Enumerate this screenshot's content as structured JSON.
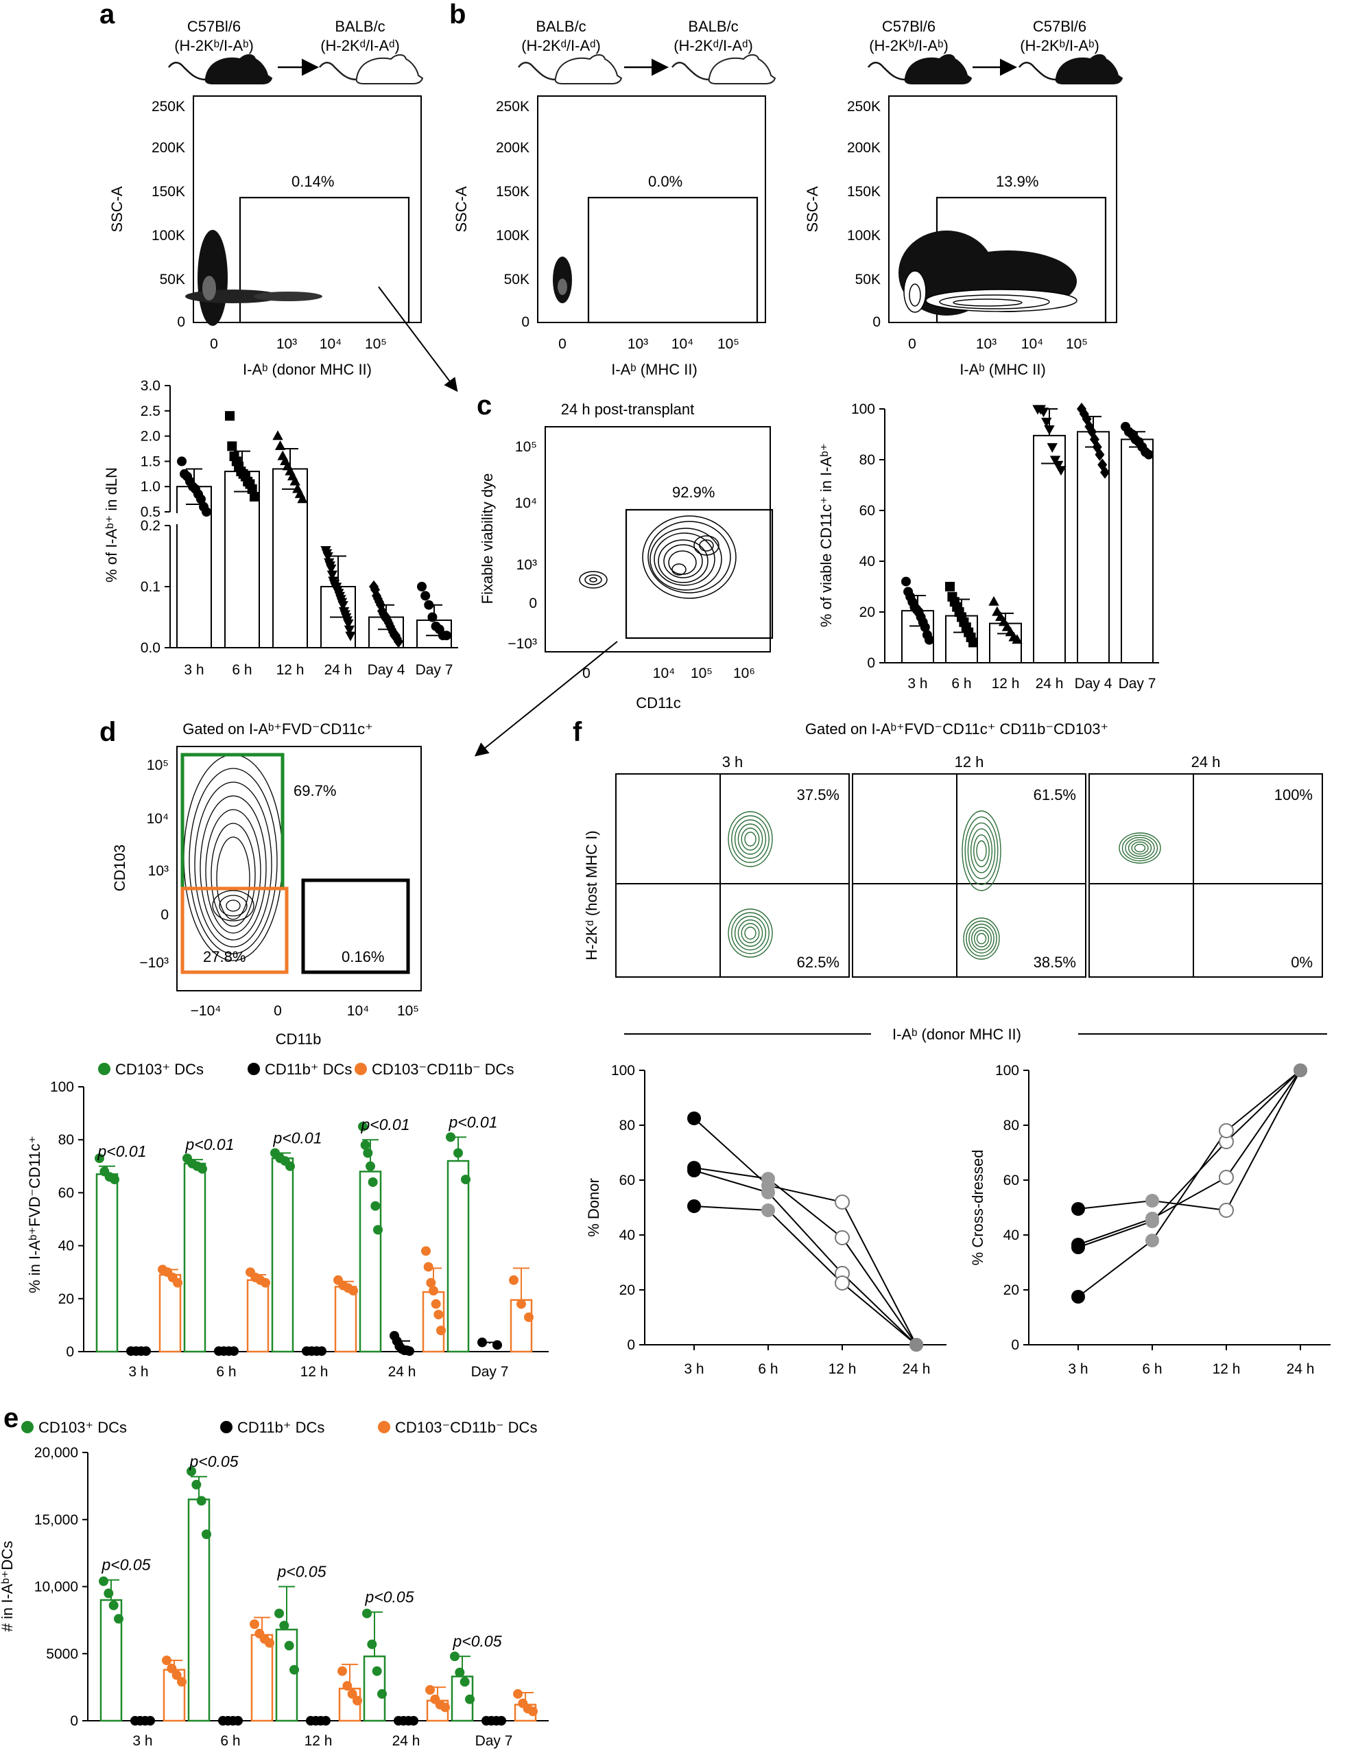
{
  "panel_labels": [
    "a",
    "b",
    "c",
    "d",
    "e",
    "f"
  ],
  "panel_a": {
    "donor_strain": "C57Bl/6",
    "donor_mhc": "(H-2Kᵇ/I-Aᵇ)",
    "recipient_strain": "BALB/c",
    "recipient_mhc": "(H-2Kᵈ/I-Aᵈ)",
    "gate_percent": "0.14%",
    "ylabel": "SSC-A",
    "xlabel": "I-Aᵇ (donor MHC II)",
    "y_ticks": [
      "250K",
      "200K",
      "150K",
      "100K",
      "50K",
      "0"
    ],
    "x_ticks": [
      "0",
      "10³",
      "10⁴",
      "10⁵"
    ]
  },
  "panel_b1": {
    "donor_strain": "BALB/c",
    "donor_mhc": "(H-2Kᵈ/I-Aᵈ)",
    "recipient_strain": "BALB/c",
    "recipient_mhc": "(H-2Kᵈ/I-Aᵈ)",
    "gate_percent": "0.0%",
    "ylabel": "SSC-A",
    "xlabel": "I-Aᵇ (MHC II)",
    "y_ticks": [
      "250K",
      "200K",
      "150K",
      "100K",
      "50K",
      "0"
    ],
    "x_ticks": [
      "0",
      "10³",
      "10⁴",
      "10⁵"
    ]
  },
  "panel_b2": {
    "donor_strain": "C57Bl/6",
    "donor_mhc": "(H-2Kᵇ/I-Aᵇ)",
    "recipient_strain": "C57Bl/6",
    "recipient_mhc": "(H-2Kᵇ/I-Aᵇ)",
    "gate_percent": "13.9%",
    "ylabel": "SSC-A",
    "xlabel": "I-Aᵇ (MHC II)",
    "y_ticks": [
      "250K",
      "200K",
      "150K",
      "100K",
      "50K",
      "0"
    ],
    "x_ticks": [
      "0",
      "10³",
      "10⁴",
      "10⁵"
    ]
  },
  "panel_c_flow": {
    "title": "24 h post-transplant",
    "gate_percent": "92.9%",
    "ylabel": "Fixable viability dye",
    "xlabel": "CD11c",
    "y_ticks": [
      "10⁵",
      "10⁴",
      "10³",
      "0",
      "−10³"
    ],
    "x_ticks": [
      "0",
      "10⁴",
      "10⁵",
      "10⁶"
    ]
  },
  "panel_d_flow": {
    "title": "Gated on I-Aᵇ⁺FVD⁻CD11c⁺",
    "gate_cd103": "69.7%",
    "gate_dn": "27.8%",
    "gate_cd11b": "0.16%",
    "ylabel": "CD103",
    "xlabel": "CD11b",
    "y_ticks": [
      "10⁵",
      "10⁴",
      "10³",
      "0",
      "−10³"
    ],
    "x_ticks": [
      "−10⁴",
      "0",
      "10⁴",
      "10⁵"
    ]
  },
  "panel_f_flow": {
    "title": "Gated on I-Aᵇ⁺FVD⁻CD11c⁺ CD11b⁻CD103⁺",
    "ylabel": "H-2Kᵈ (host MHC I)",
    "xlabel": "I-Aᵇ (donor MHC II)",
    "plots": [
      {
        "time": "3 h",
        "upper": "37.5%",
        "lower": "62.5%"
      },
      {
        "time": "12 h",
        "upper": "61.5%",
        "lower": "38.5%"
      },
      {
        "time": "24 h",
        "upper": "100%",
        "lower": "0%"
      }
    ]
  },
  "colors": {
    "green": "#1e8a2a",
    "orange": "#f07a2a",
    "black": "#000000",
    "gray": "#999999"
  },
  "chart_data": [
    {
      "id": "a_bar",
      "type": "bar",
      "ylabel": "% of I-Aᵇ⁺ in dLN",
      "categories": [
        "3 h",
        "6 h",
        "12 h",
        "24 h",
        "Day 4",
        "Day 7"
      ],
      "values": [
        1.0,
        1.3,
        1.35,
        0.1,
        0.05,
        0.045
      ],
      "errors": [
        0.35,
        0.4,
        0.4,
        0.05,
        0.02,
        0.025
      ],
      "markers": [
        "circle",
        "square",
        "triangle",
        "triangle-down",
        "diamond",
        "circle"
      ],
      "points": [
        [
          1.5,
          1.25,
          1.2,
          1.1,
          1.0,
          0.95,
          0.85,
          0.75,
          0.6,
          0.5
        ],
        [
          2.4,
          1.8,
          1.6,
          1.5,
          1.4,
          1.3,
          1.25,
          1.2,
          1.1,
          1.05,
          0.95,
          0.8
        ],
        [
          2.0,
          1.8,
          1.6,
          1.5,
          1.4,
          1.3,
          1.2,
          1.1,
          0.95,
          0.85,
          0.75
        ],
        [
          0.16,
          0.155,
          0.15,
          0.14,
          0.135,
          0.13,
          0.12,
          0.11,
          0.105,
          0.1,
          0.1,
          0.095,
          0.09,
          0.085,
          0.08,
          0.075,
          0.07,
          0.06,
          0.055,
          0.05,
          0.045,
          0.04,
          0.03,
          0.02
        ],
        [
          0.1,
          0.095,
          0.085,
          0.08,
          0.075,
          0.07,
          0.06,
          0.055,
          0.05,
          0.05,
          0.045,
          0.04,
          0.035,
          0.03,
          0.025,
          0.02,
          0.02,
          0.015,
          0.01
        ],
        [
          0.1,
          0.085,
          0.07,
          0.05,
          0.035,
          0.03,
          0.02,
          0.02
        ]
      ],
      "break": {
        "upper_range": [
          0.5,
          3.0
        ],
        "upper_ticks": [
          "3.0",
          "2.5",
          "2.0",
          "1.5",
          "1.0",
          "0.5"
        ],
        "lower_range": [
          0,
          0.2
        ],
        "lower_ticks": [
          "0.2",
          "0.1",
          "0.0"
        ]
      }
    },
    {
      "id": "c_bar",
      "type": "bar",
      "ylabel": "% of viable CD11c⁺ in I-Aᵇ⁺",
      "categories": [
        "3 h",
        "6 h",
        "12 h",
        "24 h",
        "Day 4",
        "Day 7"
      ],
      "values": [
        20.5,
        18.5,
        15.5,
        89.5,
        91,
        88
      ],
      "errors": [
        6,
        6.5,
        4,
        11,
        6,
        3
      ],
      "ylim": [
        0,
        100
      ],
      "y_ticks": [
        "100",
        "80",
        "60",
        "40",
        "20",
        "0"
      ],
      "markers": [
        "circle",
        "square",
        "triangle",
        "triangle-down",
        "diamond",
        "circle"
      ],
      "points": [
        [
          32,
          28,
          26,
          24,
          22,
          21,
          20,
          18,
          16,
          14,
          11,
          9
        ],
        [
          30,
          26,
          24,
          22,
          20,
          18,
          16,
          14,
          12,
          10,
          8
        ],
        [
          24,
          20,
          18,
          16,
          14,
          12,
          10,
          9
        ],
        [
          100,
          100,
          99,
          95,
          92,
          85,
          80,
          78,
          76
        ],
        [
          100,
          98,
          96,
          93,
          91,
          88,
          85,
          82,
          78,
          75
        ],
        [
          93,
          91,
          90,
          88,
          87,
          85,
          83,
          82
        ]
      ]
    },
    {
      "id": "d_bar",
      "type": "bar",
      "ylabel": "% in I-Aᵇ⁺FVD⁻CD11c⁺",
      "legend": [
        "CD103⁺ DCs",
        "CD11b⁺ DCs",
        "CD103⁻CD11b⁻ DCs"
      ],
      "categories": [
        "3 h",
        "6 h",
        "12 h",
        "24 h",
        "Day 7"
      ],
      "series": [
        {
          "name": "CD103⁺ DCs",
          "values": [
            67,
            71,
            73,
            68,
            72
          ],
          "errors": [
            3,
            1.5,
            2,
            12,
            9
          ],
          "points": [
            [
              73,
              68,
              66,
              65
            ],
            [
              73,
              71,
              70,
              69
            ],
            [
              75,
              73,
              72,
              70
            ],
            [
              85,
              78,
              75,
              70,
              64,
              55,
              46
            ],
            [
              81,
              75,
              65
            ]
          ]
        },
        {
          "name": "CD11b⁺ DCs",
          "values": [
            0.2,
            0.2,
            0.2,
            2,
            3
          ],
          "errors": [
            0.2,
            0.2,
            0.2,
            2,
            0.5
          ],
          "points": [
            [
              0.2,
              0.2,
              0.2,
              0.2
            ],
            [
              0.2,
              0.2,
              0.2,
              0.2
            ],
            [
              0.2,
              0.2,
              0.2,
              0.2
            ],
            [
              6,
              4,
              2,
              1,
              0.5,
              0.5,
              0.2
            ],
            [
              3.5,
              2.5
            ]
          ]
        },
        {
          "name": "CD103⁻CD11b⁻ DCs",
          "values": [
            29,
            27,
            24.5,
            22.5,
            19.5
          ],
          "errors": [
            2,
            2,
            2,
            9,
            12
          ],
          "points": [
            [
              31,
              30,
              28,
              26
            ],
            [
              30,
              28,
              27,
              26
            ],
            [
              27,
              25,
              24,
              23
            ],
            [
              38,
              32,
              26,
              23,
              18,
              14,
              8
            ],
            [
              27,
              18,
              13
            ]
          ]
        }
      ],
      "p_values": [
        "p<0.01",
        "p<0.01",
        "p<0.01",
        "p<0.01",
        "p<0.01"
      ],
      "ylim": [
        0,
        100
      ],
      "y_ticks": [
        "100",
        "80",
        "60",
        "40",
        "20",
        "0"
      ]
    },
    {
      "id": "e_bar",
      "type": "bar",
      "ylabel": "# in I-Aᵇ⁺DCs",
      "legend": [
        "CD103⁺ DCs",
        "CD11b⁺ DCs",
        "CD103⁻CD11b⁻ DCs"
      ],
      "categories": [
        "3 h",
        "6 h",
        "12 h",
        "24 h",
        "Day 7"
      ],
      "series": [
        {
          "name": "CD103⁺ DCs",
          "values": [
            9000,
            16500,
            6800,
            4800,
            3300
          ],
          "errors": [
            1500,
            1700,
            3200,
            3300,
            1500
          ],
          "points": [
            [
              10400,
              9500,
              8600,
              7600
            ],
            [
              18600,
              17600,
              16400,
              13900
            ],
            [
              8000,
              7100,
              5600,
              3800
            ],
            [
              8000,
              5700,
              3700,
              2000
            ],
            [
              4800,
              3600,
              2900,
              1600
            ]
          ]
        },
        {
          "name": "CD11b⁺ DCs",
          "values": [
            0,
            0,
            0,
            0,
            0
          ],
          "errors": [
            0,
            0,
            0,
            0,
            0
          ],
          "points": [
            [
              0,
              0,
              0,
              0
            ],
            [
              0,
              0,
              0,
              0
            ],
            [
              0,
              0,
              0,
              0
            ],
            [
              0,
              0,
              0,
              0
            ],
            [
              0,
              0,
              0,
              0
            ]
          ]
        },
        {
          "name": "CD103⁻CD11b⁻ DCs",
          "values": [
            3800,
            6400,
            2400,
            1500,
            1200
          ],
          "errors": [
            700,
            1300,
            1800,
            1000,
            900
          ],
          "points": [
            [
              4500,
              3900,
              3400,
              2900
            ],
            [
              7200,
              6500,
              6100,
              5800
            ],
            [
              3700,
              2600,
              2000,
              1500
            ],
            [
              2300,
              1600,
              1200,
              1000
            ],
            [
              2000,
              1300,
              900,
              700
            ]
          ]
        }
      ],
      "p_values": [
        "p<0.05",
        "p<0.05",
        "p<0.05",
        "p<0.05",
        "p<0.05"
      ],
      "ylim": [
        0,
        20000
      ],
      "y_ticks": [
        "20,000",
        "15,000",
        "10,000",
        "5000",
        "0"
      ]
    },
    {
      "id": "f_donor",
      "type": "line",
      "ylabel": "% Donor",
      "categories": [
        "3 h",
        "6 h",
        "12 h",
        "24 h"
      ],
      "series": [
        {
          "values": [
            82.5,
            58,
            52,
            0
          ]
        },
        {
          "values": [
            64.5,
            60.5,
            39,
            0
          ]
        },
        {
          "values": [
            63.5,
            55.5,
            26,
            0
          ]
        },
        {
          "values": [
            50.5,
            49,
            22.5,
            0
          ]
        }
      ],
      "ylim": [
        0,
        100
      ],
      "y_ticks": [
        "100",
        "80",
        "60",
        "40",
        "20",
        "0"
      ]
    },
    {
      "id": "f_crossdressed",
      "type": "line",
      "ylabel": "% Cross-dressed",
      "categories": [
        "3 h",
        "6 h",
        "12 h",
        "24 h"
      ],
      "series": [
        {
          "values": [
            49.5,
            52.5,
            49,
            100
          ]
        },
        {
          "values": [
            36.5,
            46,
            61,
            100
          ]
        },
        {
          "values": [
            35.5,
            45,
            74,
            100
          ]
        },
        {
          "values": [
            17.5,
            38,
            78,
            100
          ]
        }
      ],
      "ylim": [
        0,
        100
      ],
      "y_ticks": [
        "100",
        "80",
        "60",
        "40",
        "20",
        "0"
      ]
    }
  ]
}
